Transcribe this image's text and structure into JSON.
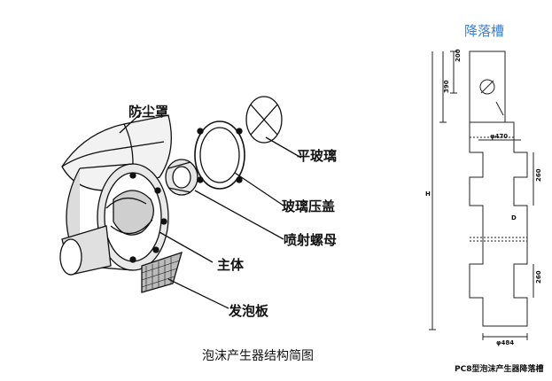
{
  "left_diagram": {
    "labels": {
      "dust_cover": "防尘罩",
      "flat_glass": "平玻璃",
      "glass_cover": "玻璃压盖",
      "nozzle_nut": "喷射螺母",
      "main_body": "主体",
      "foam_plate": "发泡板"
    },
    "caption": "泡沫产生器结构简图"
  },
  "right_diagram": {
    "title": "降落槽",
    "caption": "PC8型泡沫产生器降落槽",
    "dimensions": {
      "d1": "200",
      "d2": "390",
      "d3": "φ470",
      "d4": "260",
      "d5": "H",
      "d6": "D",
      "d7": "260",
      "d8": "φ484"
    }
  }
}
